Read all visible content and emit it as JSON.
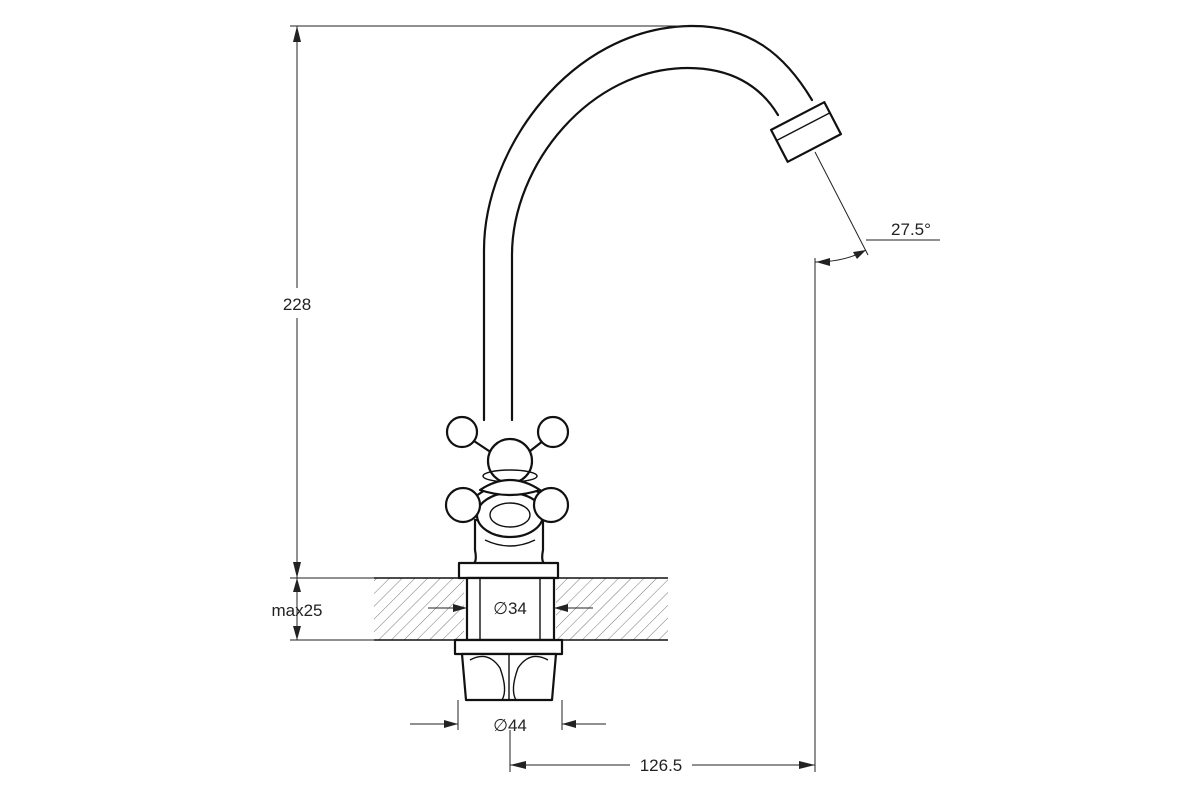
{
  "dimensions": {
    "height": "228",
    "mount_thickness": "max25",
    "body_diameter": "∅34",
    "nut_diameter": "∅44",
    "spout_reach": "126.5",
    "spout_angle": "27.5°"
  }
}
